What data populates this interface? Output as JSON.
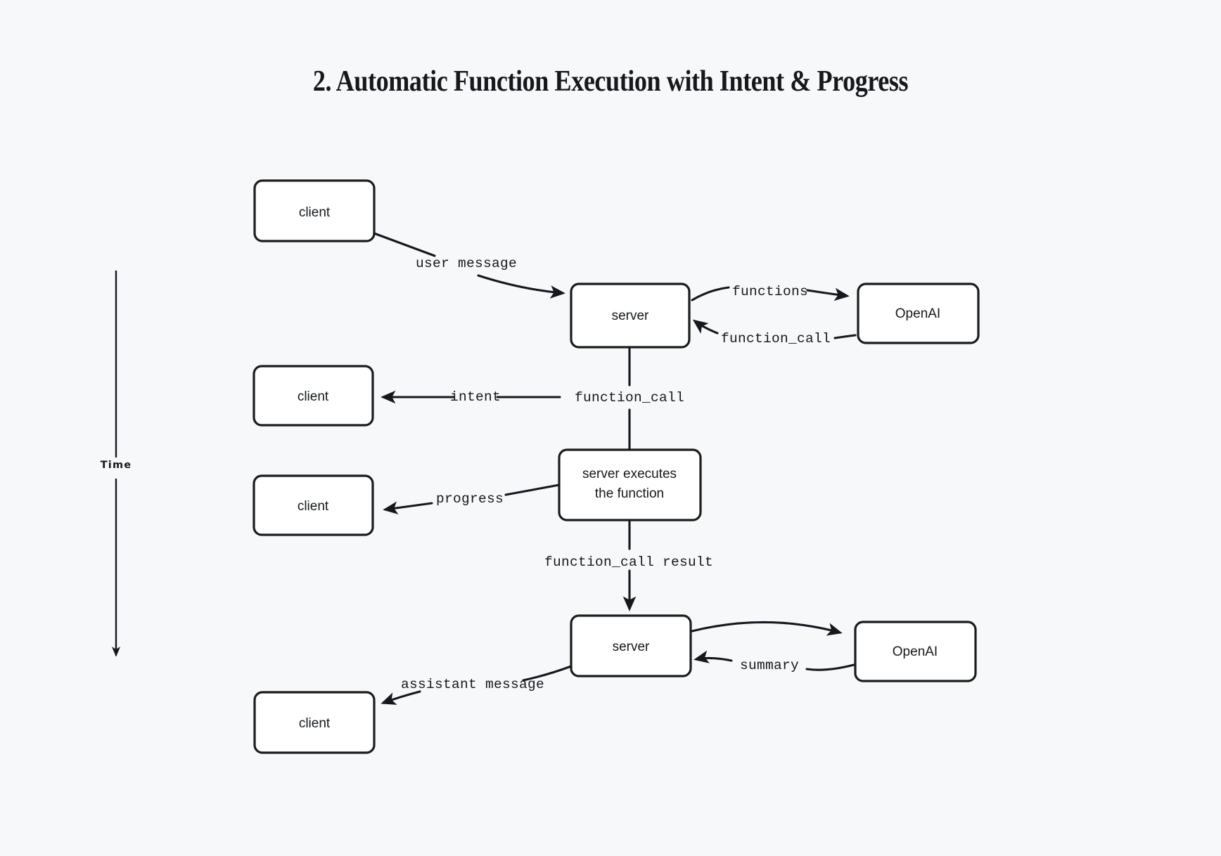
{
  "page": {
    "title": "2. Automatic Function Execution with Intent & Progress",
    "background_color": "#f7f8fa",
    "ink_color": "#16181d",
    "node_fill": "#ffffff"
  },
  "axis": {
    "label": "Time",
    "direction": "downward"
  },
  "nodes": {
    "client_top": "client",
    "server_top": "server",
    "openai_top": "OpenAI",
    "client_intent": "client",
    "executes": "server executes\nthe function",
    "executes_line1": "server executes",
    "executes_line2": "the function",
    "client_progress": "client",
    "server_bottom": "server",
    "openai_bottom": "OpenAI",
    "client_bottom": "client"
  },
  "edges": [
    {
      "id": "user-message",
      "label": "user message",
      "from": "client_top",
      "to": "server_top"
    },
    {
      "id": "functions",
      "label": "functions",
      "from": "server_top",
      "to": "openai_top"
    },
    {
      "id": "function-call-reply",
      "label": "function_call",
      "from": "openai_top",
      "to": "server_top"
    },
    {
      "id": "function-call-down",
      "label": "function_call",
      "from": "server_top",
      "to": "executes"
    },
    {
      "id": "intent",
      "label": "intent",
      "from": "server_top",
      "to": "client_intent"
    },
    {
      "id": "progress",
      "label": "progress",
      "from": "executes",
      "to": "client_progress"
    },
    {
      "id": "function-call-result",
      "label": "function_call result",
      "from": "executes",
      "to": "server_bottom"
    },
    {
      "id": "summary-request",
      "label": "",
      "from": "server_bottom",
      "to": "openai_bottom"
    },
    {
      "id": "summary",
      "label": "summary",
      "from": "openai_bottom",
      "to": "server_bottom"
    },
    {
      "id": "assistant-message",
      "label": "assistant message",
      "from": "server_bottom",
      "to": "client_bottom"
    }
  ],
  "edge_labels": {
    "user_message": "user message",
    "functions": "functions",
    "function_call": "function_call",
    "function_call_down": "function_call",
    "intent": "intent",
    "progress": "progress",
    "function_call_result": "function_call result",
    "summary": "summary",
    "assistant_message": "assistant message"
  }
}
